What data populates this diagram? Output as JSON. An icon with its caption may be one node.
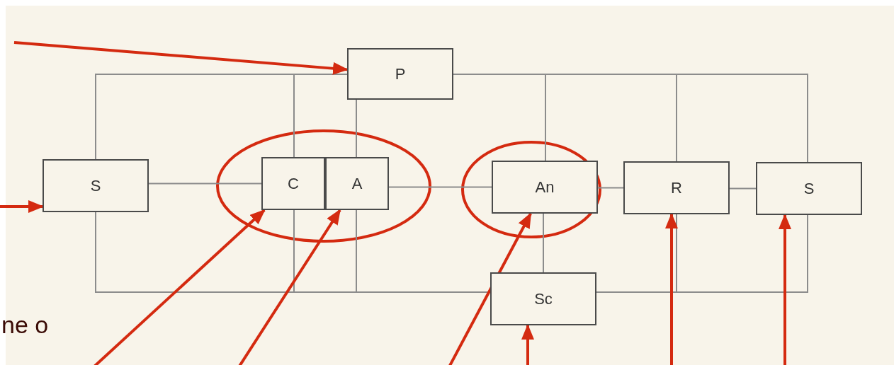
{
  "diagram": {
    "nodes": [
      {
        "text": [
          "P"
        ]
      },
      {
        "text": [
          "S"
        ]
      },
      {
        "text": [
          "C"
        ]
      },
      {
        "text": [
          "A"
        ]
      },
      {
        "text": [
          "An"
        ]
      },
      {
        "text": [
          "R"
        ]
      },
      {
        "text": [
          "S"
        ]
      },
      {
        "text": [
          "Sc"
        ]
      }
    ],
    "edges": [
      {
        "from": 1,
        "to": 2,
        "arrow": "none"
      },
      {
        "from": 3,
        "to": 4,
        "arrow": "none"
      },
      {
        "from": 4,
        "to": 5,
        "arrow": "none"
      },
      {
        "from": 5,
        "to": 6,
        "arrow": "none"
      },
      {
        "from": 4,
        "to": 7,
        "arrow": "none"
      },
      {
        "from": 1,
        "to": 2,
        "arrow": "none"
      },
      {
        "from": 2,
        "to": 0,
        "arrow": "none"
      },
      {
        "from": 0,
        "to": 3,
        "arrow": "none"
      },
      {
        "from": 0,
        "to": 4,
        "arrow": "none"
      },
      {
        "from": 4,
        "to": 5,
        "arrow": "none"
      },
      {
        "from": 5,
        "to": 6,
        "arrow": "none"
      },
      {
        "from": 1,
        "to": 2,
        "arrow": "none"
      },
      {
        "from": 2,
        "to": 3,
        "arrow": "none"
      },
      {
        "from": 3,
        "to": 7,
        "arrow": "none"
      },
      {
        "from": 7,
        "to": 5,
        "arrow": "none"
      },
      {
        "from": 5,
        "to": 6,
        "arrow": "none"
      },
      {
        "from": null,
        "to": 0,
        "arrow": "to",
        "style": "thick",
        "color": "#d42a10"
      },
      {
        "from": null,
        "to": 1,
        "arrow": "to",
        "style": "thick",
        "color": "#d42a10"
      },
      {
        "from": null,
        "to": 2,
        "arrow": "to",
        "style": "thick",
        "color": "#d42a10"
      },
      {
        "from": null,
        "to": 3,
        "arrow": "to",
        "style": "thick",
        "color": "#d42a10"
      },
      {
        "from": null,
        "to": 4,
        "arrow": "to",
        "style": "thick",
        "color": "#d42a10"
      },
      {
        "from": null,
        "to": 7,
        "arrow": "to",
        "style": "thick",
        "color": "#d42a10"
      },
      {
        "from": null,
        "to": 5,
        "arrow": "to",
        "style": "thick",
        "color": "#d42a10"
      },
      {
        "from": null,
        "to": 6,
        "arrow": "to",
        "style": "thick",
        "color": "#d42a10"
      }
    ],
    "labels": [
      "ne o"
    ]
  }
}
